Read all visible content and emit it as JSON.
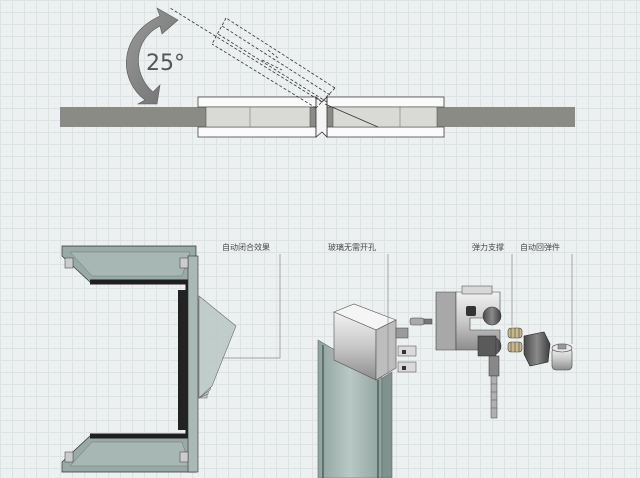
{
  "diagram": {
    "angle_label": "25°",
    "labels": {
      "auto_close_effect": "自动闭合效果",
      "glass_no_drilling": "玻璃无需开孔",
      "spring_support": "弹力支撑",
      "auto_return_part": "自动回弹件"
    },
    "colors": {
      "background": "#ecf0f0",
      "grid": "#dde3e4",
      "glass": "#98aaa6",
      "glass_dark": "#7f928e",
      "wall": "#8b8b86",
      "metal_light": "#e6e6e6",
      "metal_mid": "#bdbdbd",
      "metal_dark": "#6c6c6c",
      "frame": "#2b2b2b",
      "arrow": "#808080",
      "leader": "#8a8a8a"
    }
  }
}
